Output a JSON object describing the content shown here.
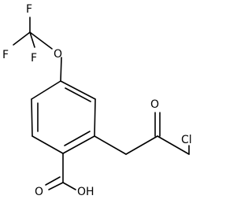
{
  "structure": {
    "atoms": {
      "f_top": "F",
      "f_left": "F",
      "f_bottom": "F",
      "o_ether": "O",
      "o_ketone": "O",
      "cl": "Cl",
      "o_carbonyl": "O",
      "oh": "OH"
    }
  }
}
